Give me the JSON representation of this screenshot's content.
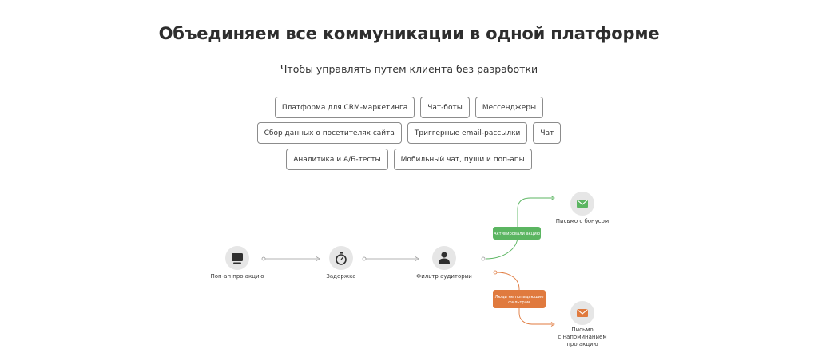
{
  "header": {
    "title": "Объединяем все коммуникации в одной платформе",
    "subtitle": "Чтобы управлять путем клиента без разработки"
  },
  "chips": {
    "row1": [
      "Платформа для CRM-маркетинга",
      "Чат-боты",
      "Мессенджеры"
    ],
    "row2": [
      "Сбор данных о посетителях сайта",
      "Триггерные email-рассылки",
      "Чат"
    ],
    "row3": [
      "Аналитика и А/Б-тесты",
      "Мобильный чат, пуши и поп-апы"
    ]
  },
  "flow": {
    "popup_label": "Поп-ап про акцию",
    "delay_label": "Задержка",
    "filter_label": "Фильтр аудитории",
    "branch_green_label": "Активировали акцию",
    "branch_orange_label_1": "Люди не попадающие",
    "branch_orange_label_2": "фильтрам",
    "bonus_email_label": "Письмо с бонусом",
    "reminder_label_1": "Письмо",
    "reminder_label_2": "с напоминанием",
    "reminder_label_3": "про акцию",
    "colors": {
      "green": "#5bb561",
      "orange": "#e07a3e",
      "node_bg": "#e6e6e6",
      "icon_dark": "#2f2f2f",
      "line_gray": "#9a9a9a"
    },
    "icons": [
      "popup-window-icon",
      "timer-icon",
      "person-icon",
      "envelope-icon"
    ]
  }
}
